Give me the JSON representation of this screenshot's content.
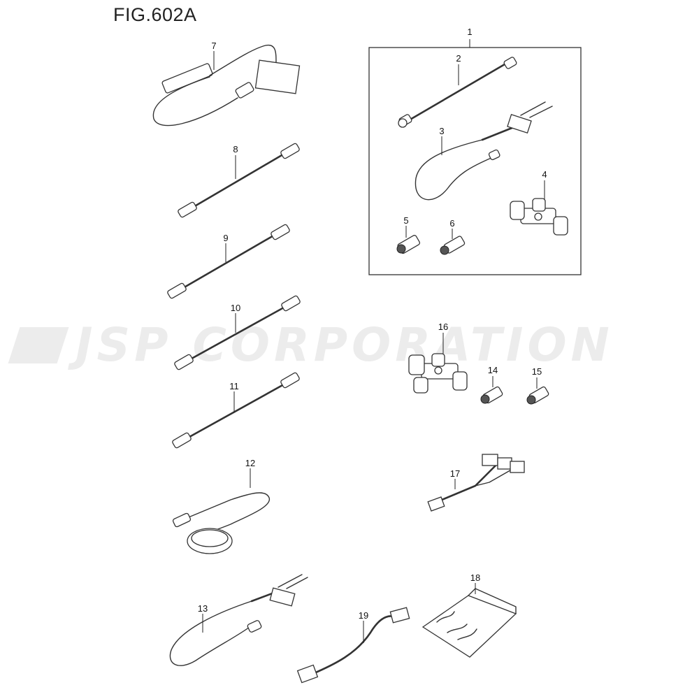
{
  "figure": {
    "title": "FIG.602A"
  },
  "watermark": {
    "text": "JSP CORPORATION"
  },
  "callouts": {
    "c1": "1",
    "c2": "2",
    "c3": "3",
    "c4": "4",
    "c5": "5",
    "c6": "6",
    "c7": "7",
    "c8": "8",
    "c9": "9",
    "c10": "10",
    "c11": "11",
    "c12": "12",
    "c13": "13",
    "c14": "14",
    "c15": "15",
    "c16": "16",
    "c17": "17",
    "c18": "18",
    "c19": "19"
  },
  "colors": {
    "line": "#333333",
    "watermark": "#ececec",
    "background": "#ffffff"
  }
}
